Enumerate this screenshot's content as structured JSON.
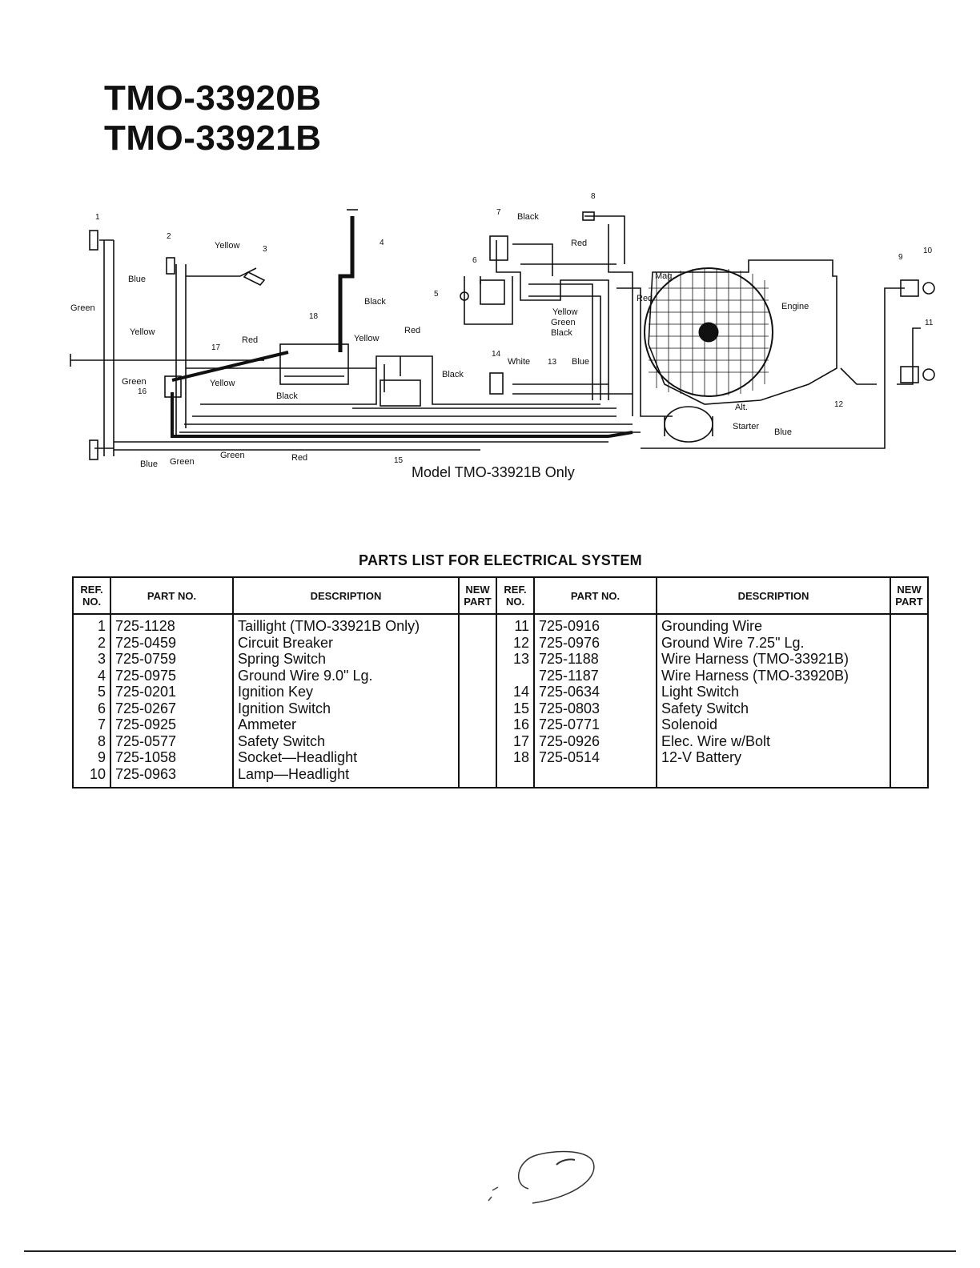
{
  "titles": [
    "TMO-33920B",
    "TMO-33921B"
  ],
  "diagram": {
    "caption": "Model TMO-33921B Only",
    "wire_labels": {
      "blue": "Blue",
      "green": "Green",
      "yellow": "Yellow",
      "red": "Red",
      "black": "Black",
      "white": "White"
    },
    "component_labels": {
      "mag": "Mag.",
      "engine": "Engine",
      "alt": "Alt.",
      "starter": "Starter"
    },
    "ref_numbers": [
      "1",
      "2",
      "3",
      "4",
      "5",
      "6",
      "7",
      "8",
      "9",
      "10",
      "11",
      "12",
      "13",
      "14",
      "15",
      "16",
      "17",
      "18"
    ]
  },
  "parts_list": {
    "title": "PARTS LIST FOR ELECTRICAL SYSTEM",
    "headers": {
      "ref_no": "REF. NO.",
      "part_no": "PART NO.",
      "description": "DESCRIPTION",
      "new_part": "NEW PART"
    },
    "rows": [
      {
        "ref": "1",
        "part": "725-1128",
        "desc": "Taillight (TMO-33921B Only)",
        "ref2": "11",
        "part2": "725-0916",
        "desc2": "Grounding Wire"
      },
      {
        "ref": "2",
        "part": "725-0459",
        "desc": "Circuit Breaker",
        "ref2": "12",
        "part2": "725-0976",
        "desc2": "Ground Wire 7.25\" Lg."
      },
      {
        "ref": "3",
        "part": "725-0759",
        "desc": "Spring Switch",
        "ref2": "13",
        "part2": "725-1188",
        "desc2": "Wire Harness (TMO-33921B)"
      },
      {
        "ref": "4",
        "part": "725-0975",
        "desc": "Ground Wire 9.0\" Lg.",
        "ref2": "",
        "part2": "725-1187",
        "desc2": "Wire Harness (TMO-33920B)"
      },
      {
        "ref": "5",
        "part": "725-0201",
        "desc": "Ignition Key",
        "ref2": "14",
        "part2": "725-0634",
        "desc2": "Light Switch"
      },
      {
        "ref": "6",
        "part": "725-0267",
        "desc": "Ignition Switch",
        "ref2": "15",
        "part2": "725-0803",
        "desc2": "Safety Switch"
      },
      {
        "ref": "7",
        "part": "725-0925",
        "desc": "Ammeter",
        "ref2": "16",
        "part2": "725-0771",
        "desc2": "Solenoid"
      },
      {
        "ref": "8",
        "part": "725-0577",
        "desc": "Safety Switch",
        "ref2": "17",
        "part2": "725-0926",
        "desc2": "Elec. Wire w/Bolt"
      },
      {
        "ref": "9",
        "part": "725-1058",
        "desc": "Socket—Headlight",
        "ref2": "18",
        "part2": "725-0514",
        "desc2": "12-V Battery"
      },
      {
        "ref": "10",
        "part": "725-0963",
        "desc": "Lamp—Headlight",
        "ref2": "",
        "part2": "",
        "desc2": ""
      }
    ]
  }
}
